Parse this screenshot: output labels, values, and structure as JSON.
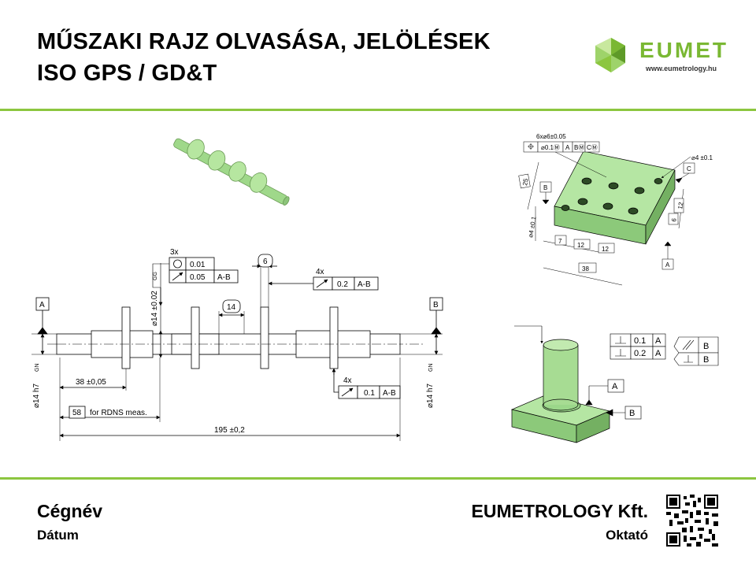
{
  "header": {
    "title_line1": "MŰSZAKI RAJZ OLVASÁSA, JELÖLÉSEK",
    "title_line2": "ISO GPS / GD&T"
  },
  "logo": {
    "text": "EUMET",
    "url": "www.eumetrology.hu"
  },
  "colors": {
    "accent": "#8cc63f",
    "part_green": "#a8e08a"
  },
  "footer": {
    "company": "Cégnév",
    "date": "Dátum",
    "org": "EUMETROLOGY Kft.",
    "role": "Oktató"
  },
  "shaft": {
    "datum_a": "A",
    "datum_b": "B",
    "count_3x": "3x",
    "fcf1_r1_value": "0.01",
    "fcf1_r2_value": "0.05",
    "fcf1_r2_datum": "A-B",
    "vert_dim": "⌀14 ±0.02",
    "vert_mod": "GG",
    "dim_6": "6",
    "count_4x_top": "4x",
    "fcf2_value": "0.2",
    "fcf2_datum": "A-B",
    "dim_14": "14",
    "left_end": "⌀14 h7",
    "left_mod": "GN",
    "right_end": "⌀14 h7",
    "right_mod": "GN",
    "dim_38": "38 ±0,05",
    "count_4x_bottom": "4x",
    "fcf3_value": "0.1",
    "fcf3_datum": "A-B",
    "dim_58": "58",
    "dim_58_note": "for RDNS meas.",
    "dim_195": "195 ±0,2"
  },
  "block": {
    "hole_spec": "6x⌀6±0.05",
    "fcf_value": "⌀0.1Ⓜ",
    "fcf_a": "A",
    "fcf_b": "BⓂ",
    "fcf_c": "CⓂ",
    "pin_spec": "⌀4 ±0.1",
    "pin_tol": "⌀4 ±0.1",
    "d25": "25",
    "d12v": "12",
    "d6": "6",
    "d7": "7",
    "d12a": "12",
    "d12b": "12",
    "d38": "38",
    "datum_a": "A",
    "datum_b": "B",
    "datum_c": "C"
  },
  "cyl": {
    "r1_value": "0.1",
    "r1_datum": "A",
    "r2_value": "0.2",
    "r2_datum": "A",
    "side1_datum": "B",
    "side2_datum": "B",
    "datum_a": "A",
    "datum_b": "B"
  }
}
